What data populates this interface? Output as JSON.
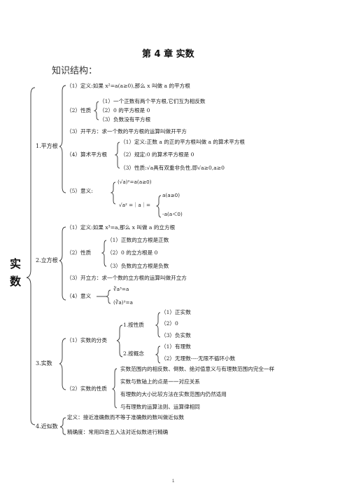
{
  "title": "第 4 章  实数",
  "subtitle": "知识结构：",
  "root": [
    "实",
    "数"
  ],
  "s1": {
    "label": "1.平方根",
    "def": "（1）定义:如果 x²=a(a≥0),那么 x 叫做 a 的平方根",
    "prop_label": "（2）性质",
    "props": [
      "（1）一个正数有两个平方根,它们互为相反数",
      "（2）0 的平方根是 0",
      "（3）负数没有平方根"
    ],
    "kai": "（3）开平方：求一个数的平方根的运算叫做开平方",
    "arith_label": "（4）算术平方根",
    "arith": [
      "（1）定义:正数 a 的正的平方根叫做 a 的算术平方根",
      "（2）规定:0 的算术平方根是 0",
      "（3）性质:√a具有双重非负性,即√a≥0,a≥0"
    ],
    "meaning_label": "（5）意义:",
    "m1": "(√a)²=a(a≥0)",
    "m2": "√a² =｜a｜=",
    "m2a": "a(a≥0)",
    "m2b": "-a(a＜0)"
  },
  "s2": {
    "label": "2.立方根",
    "def": "（1）定义:如果 x³=a,那么 x 叫做 a 的立方根",
    "prop_label": "（2）性质",
    "props": [
      "（1）正数的立方根是正数",
      "（2）0 的立方根是 0",
      "（3）负数的立方根是负数"
    ],
    "kai": "（3）开立方：求一个数的立方根的运算叫做开立方",
    "meaning_label": "（4）意义",
    "m1": "∛a³=a",
    "m2": "(∛a)³=a"
  },
  "s3": {
    "label": "3.实数",
    "class_label": "（1）实数的分类",
    "by_sign_label": "1.按性质",
    "by_sign": [
      "（1）正实数",
      "（2）0",
      "（3）负实数"
    ],
    "by_concept_label": "2.按概念",
    "by_concept": [
      "（1）有理数",
      "（2）无理数----无限不循环小数"
    ],
    "prop_label": "（2）实数的性质",
    "props": [
      "实数范围内的相反数、倒数、绝对值意义与有理数范围内完全一样",
      "实数与数轴上的点是一一对应关系",
      "有理数的大小比较方法在实数范围内仍然适用",
      "与有理数的运算法则、运算律相同"
    ]
  },
  "s4": {
    "label": "4.近似数",
    "items": [
      "定义：接近准确数而不等于准确数的数叫做近似数",
      "精确度：常用四舍五入法对近似数进行精确"
    ]
  },
  "page_number": "1"
}
